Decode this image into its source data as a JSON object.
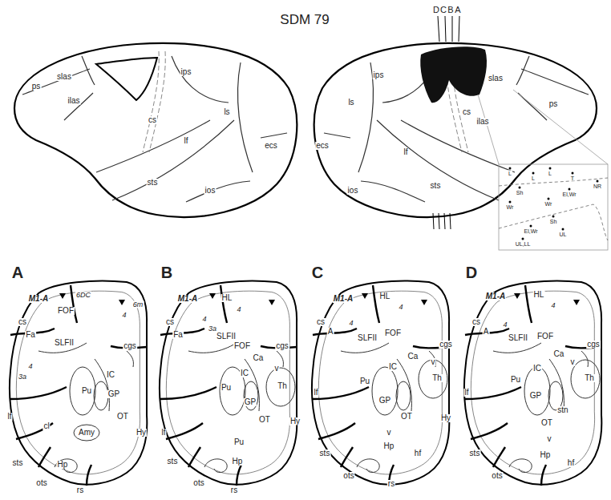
{
  "diagram": {
    "title": "SDM 79",
    "labels": [
      "D",
      "C",
      "B",
      "A",
      "slas",
      "ps",
      "ilas",
      "ips",
      "cs",
      "lf",
      "ls",
      "ecs",
      "sts",
      "ios",
      "ips",
      "slas",
      "ls",
      "ecs",
      "cs",
      "ps",
      "ilas",
      "lf",
      "ios",
      "sts",
      "L",
      "L",
      "L",
      "T",
      "NR",
      "Sh",
      "El,Wr",
      "Wr",
      "Wr",
      "Sh",
      "El,Wr",
      "UL",
      "UL,LL",
      "A",
      "M1-A",
      "6DC",
      "6m",
      "FOF",
      "4",
      "cs",
      "Fa",
      "SLFII",
      "cgs",
      "4",
      "3a",
      "IC",
      "Pu",
      "GP",
      "cl",
      "Amy",
      "OT",
      "Hy",
      "lf",
      "sts",
      "Hp",
      "ots",
      "rs",
      "B",
      "M1-A",
      "HL",
      "4",
      "cs",
      "4",
      "Fa",
      "3a",
      "SLFII",
      "FOF",
      "cgs",
      "Ca",
      "v",
      "IC",
      "Th",
      "Pu",
      "GP",
      "Hy",
      "OT",
      "Pu",
      "lf",
      "sts",
      "Hp",
      "ots",
      "rs",
      "C",
      "M1-A",
      "HL",
      "4",
      "cs",
      "A",
      "4",
      "SLFII",
      "FOF",
      "cgs",
      "Ca",
      "v",
      "IC",
      "Pu",
      "Th",
      "GP",
      "Hy",
      "OT",
      "lf",
      "sts",
      "v",
      "Hp",
      "hf",
      "ots",
      "rs",
      "D",
      "M1-A",
      "HL",
      "4",
      "cs",
      "A",
      "4",
      "SLFII",
      "FOF",
      "cgs",
      "Ca",
      "v",
      "IC",
      "Th",
      "Pu",
      "GP",
      "stn",
      "OT",
      "lf",
      "sts",
      "v",
      "Hp",
      "hf",
      "ots"
    ]
  }
}
